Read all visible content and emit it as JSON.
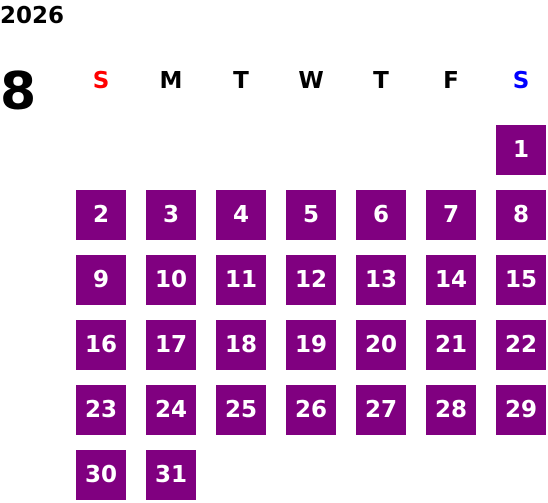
{
  "header": {
    "year": "2026",
    "month": "8"
  },
  "weekdays": [
    {
      "label": "S",
      "color": "#ff0000"
    },
    {
      "label": "M",
      "color": "#000000"
    },
    {
      "label": "T",
      "color": "#000000"
    },
    {
      "label": "W",
      "color": "#000000"
    },
    {
      "label": "T",
      "color": "#000000"
    },
    {
      "label": "F",
      "color": "#000000"
    },
    {
      "label": "S",
      "color": "#0000ff"
    }
  ],
  "calendar": {
    "first_weekday_index": 6,
    "day_count": 31,
    "day_bg_color": "#800080",
    "day_text_color": "#ffffff"
  }
}
